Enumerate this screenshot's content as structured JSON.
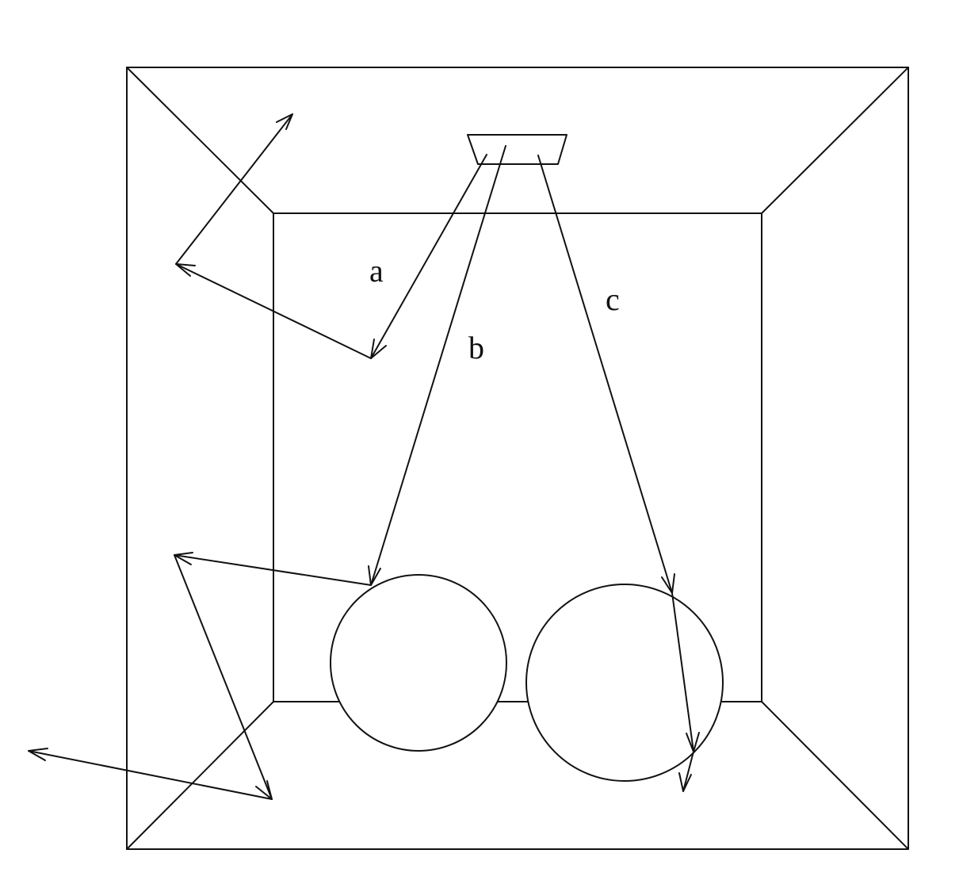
{
  "labels": {
    "a": "a",
    "b": "b",
    "c": "c"
  },
  "colors": {
    "stroke": "#111111",
    "background": "#ffffff"
  }
}
